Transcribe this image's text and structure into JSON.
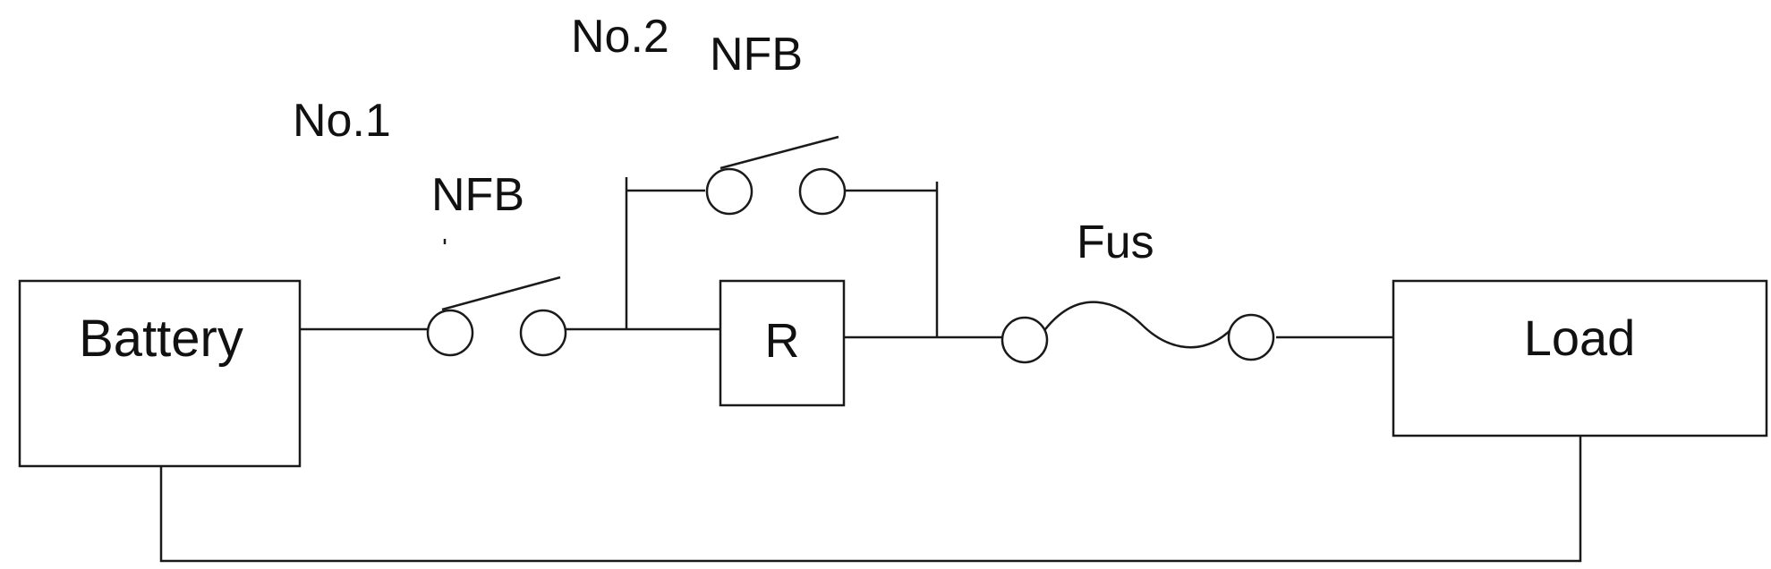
{
  "components": {
    "battery": {
      "label": "Battery"
    },
    "resistor": {
      "label": "R"
    },
    "load": {
      "label": "Load"
    },
    "fuse": {
      "label": "Fus"
    }
  },
  "breakers": {
    "no1": {
      "number": "No.1",
      "type": "NFB"
    },
    "no2": {
      "number": "No.2",
      "type": "NFB"
    }
  },
  "colors": {
    "line": "#1a1a1a",
    "background": "#ffffff"
  }
}
